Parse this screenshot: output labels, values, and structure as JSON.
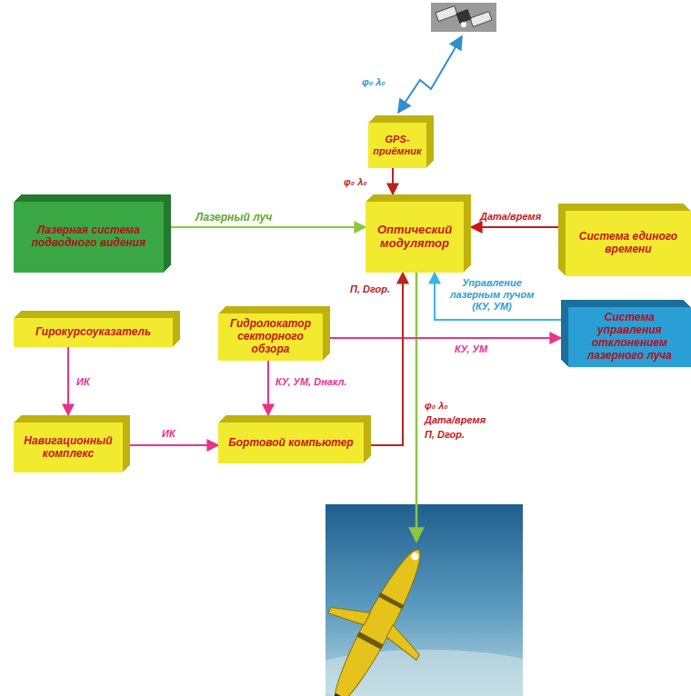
{
  "diagram": {
    "nodes": [
      {
        "text": [
          "GPS-приёмник"
        ]
      },
      {
        "text": [
          "Лазерная система подводного видения"
        ]
      },
      {
        "text": [
          "Оптический модулятор"
        ]
      },
      {
        "text": [
          "Система единого времени"
        ]
      },
      {
        "text": [
          "Гирокурсоуказатель"
        ]
      },
      {
        "text": [
          "Гидролокатор секторного обзора"
        ]
      },
      {
        "text": [
          "Система управления отклонением лазерного луча"
        ]
      },
      {
        "text": [
          "Навигационный комплекс"
        ]
      },
      {
        "text": [
          "Бортовой компьютер"
        ]
      }
    ],
    "edges": [
      {
        "from": 0,
        "to": 2,
        "label": "φ₀ λ₀",
        "arrow": "to"
      },
      {
        "from": 1,
        "to": 2,
        "label": "Лазерный луч",
        "arrow": "to"
      },
      {
        "from": 3,
        "to": 2,
        "label": "Дата/время",
        "arrow": "to"
      },
      {
        "from": 4,
        "to": 7,
        "label": "ИК",
        "arrow": "to"
      },
      {
        "from": 7,
        "to": 8,
        "label": "ИК",
        "arrow": "to"
      },
      {
        "from": 5,
        "to": 8,
        "label": "КУ, УМ, Dнакл.",
        "arrow": "to"
      },
      {
        "from": 5,
        "to": 6,
        "label": "КУ, УМ",
        "arrow": "to"
      },
      {
        "from": 8,
        "to": 2,
        "label": "П, Dгор.",
        "arrow": "to"
      },
      {
        "from": 6,
        "to": 2,
        "label": "Управление лазерным лучом (КУ, УМ)",
        "arrow": "to"
      }
    ],
    "labels": [
      "φ₀ λ₀",
      "φ₀ λ₀",
      "Дата/время",
      "П, Dгор."
    ]
  }
}
